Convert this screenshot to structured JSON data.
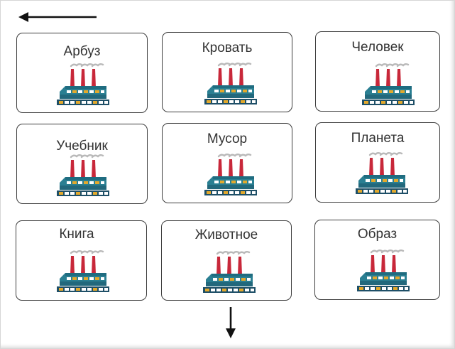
{
  "navigation": {
    "back_icon": "arrow-left-icon",
    "next_icon": "arrow-down-icon"
  },
  "cards": [
    {
      "label": "Арбуз",
      "icon": "factory-icon"
    },
    {
      "label": "Кровать",
      "icon": "factory-icon"
    },
    {
      "label": "Человек",
      "icon": "factory-icon"
    },
    {
      "label": "Учебник",
      "icon": "factory-icon"
    },
    {
      "label": "Мусор",
      "icon": "factory-icon"
    },
    {
      "label": "Планета",
      "icon": "factory-icon"
    },
    {
      "label": "Книга",
      "icon": "factory-icon"
    },
    {
      "label": "Животное",
      "icon": "factory-icon"
    },
    {
      "label": "Образ",
      "icon": "factory-icon"
    }
  ],
  "colors": {
    "card_border": "#3d3d3d",
    "chimney": "#c8283a",
    "building": "#2a7f92",
    "base": "#1e4f67",
    "windows": "#e3a92c",
    "smoke": "#b9b9b9"
  }
}
